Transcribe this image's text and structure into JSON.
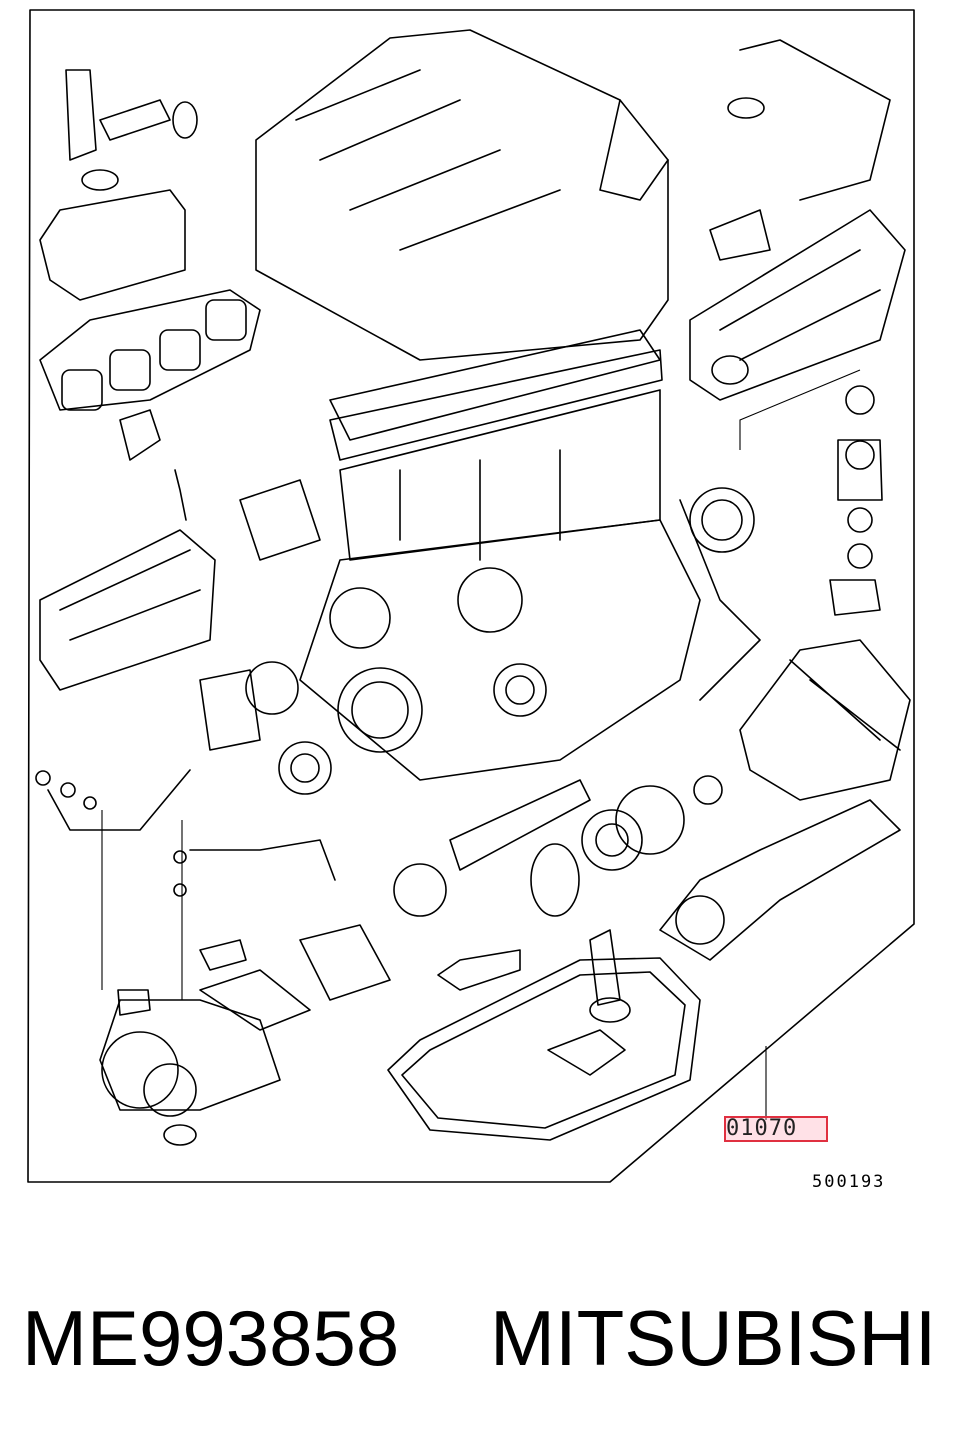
{
  "diagram": {
    "part_reference": "01070",
    "drawing_number": "500193"
  },
  "caption": {
    "part_number": "ME993858",
    "brand": "MITSUBISHI"
  },
  "colors": {
    "line": "#000000",
    "highlight_border": "#e03040",
    "highlight_fill": "#ffaab9"
  }
}
